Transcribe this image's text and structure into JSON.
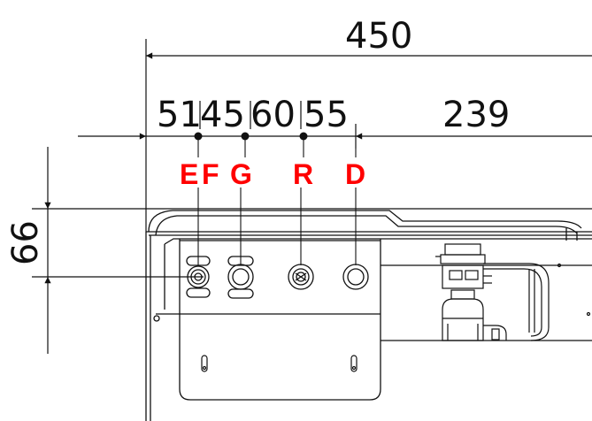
{
  "dimensions": {
    "overall_width": "450",
    "spacing": [
      "51",
      "45",
      "60",
      "55",
      "239"
    ],
    "height_offset": "66"
  },
  "connection_labels": {
    "e": "E",
    "f": "F",
    "g": "G",
    "r": "R",
    "d": "D"
  },
  "colors": {
    "line": "#111111",
    "label": "#ff0000"
  }
}
